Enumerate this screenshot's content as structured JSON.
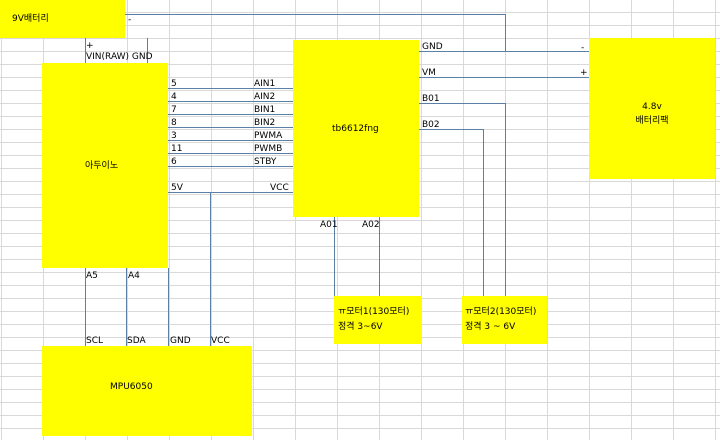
{
  "components": {
    "battery_9v": {
      "name": "9V배터리"
    },
    "arduino": {
      "name": "아두이노"
    },
    "driver": {
      "name": "tb6612fng"
    },
    "battery_48": {
      "line1": "4.8v",
      "line2": "배터리팩"
    },
    "motor1": {
      "line1": "ㅠ모터1(130모터)",
      "line2": "정격 3~6V"
    },
    "motor2": {
      "line1": "ㅠ모터2(130모터)",
      "line2": "정격 3 ~ 6V"
    },
    "mpu": {
      "name": "MPU6050"
    }
  },
  "labels": {
    "bat9_minus": "-",
    "plus": "+",
    "vin_gnd": "VIN(RAW) GND",
    "ard_pins": [
      "5",
      "4",
      "7",
      "8",
      "3",
      "11",
      "6"
    ],
    "drv_pins": [
      "AIN1",
      "AIN2",
      "BIN1",
      "BIN2",
      "PWMA",
      "PWMB",
      "STBY"
    ],
    "ard_5v": "5V",
    "drv_vcc": "VCC",
    "drv_gnd": "GND",
    "drv_vm": "VM",
    "drv_b01": "B01",
    "drv_b02": "B02",
    "drv_a01": "A01",
    "drv_a02": "A02",
    "bat48_minus": "-",
    "bat48_plus": "+",
    "ard_a5": "A5",
    "ard_a4": "A4",
    "mpu_pins": [
      "SCL",
      "SDA",
      "GND",
      "VCC"
    ]
  },
  "colors": {
    "wire": "#5b7fa6",
    "box": "#ffff00",
    "grid": "#d9d9d9"
  }
}
